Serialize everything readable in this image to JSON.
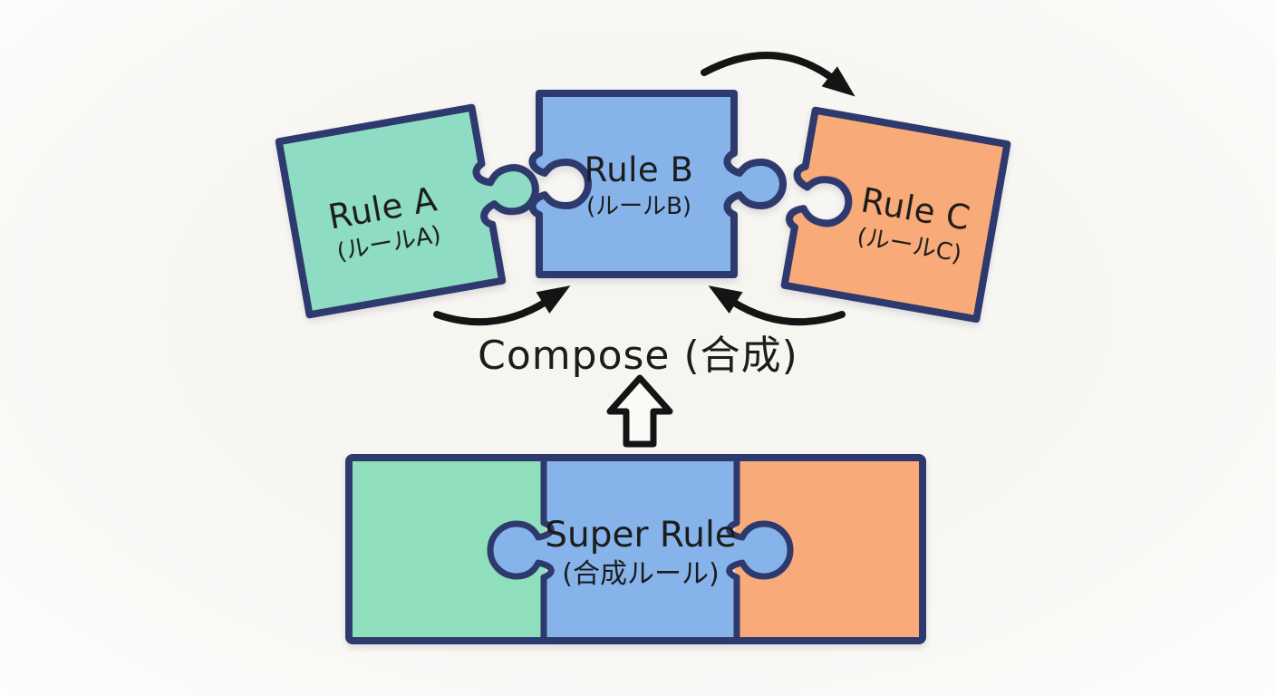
{
  "background": {
    "color": "#f7f6f2"
  },
  "palette": {
    "outline": "#2e3a6e",
    "arrow": "#141414",
    "text": "#1c1c1c"
  },
  "pieces": {
    "rule_a": {
      "label": "Rule A",
      "sublabel": "(ルールA)",
      "fill": "#8edcc4"
    },
    "rule_b": {
      "label": "Rule B",
      "sublabel": "(ルールB)",
      "fill": "#85b3ea"
    },
    "rule_c": {
      "label": "Rule C",
      "sublabel": "(ルールC)",
      "fill": "#f8ab78"
    }
  },
  "compose": {
    "label": "Compose (合成)"
  },
  "super_rule": {
    "label": "Super Rule",
    "sublabel": "(合成ルール)",
    "segments": {
      "left_fill": "#90dfbc",
      "middle_fill": "#85b3ea",
      "right_fill": "#f8ab78"
    }
  }
}
